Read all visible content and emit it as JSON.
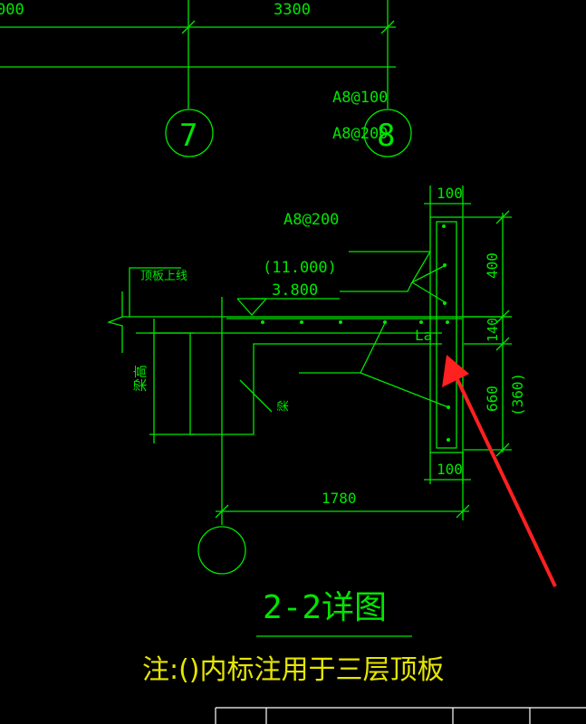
{
  "drawing": {
    "top_dimension": "3300",
    "top_left_partial": "000",
    "grid_labels": [
      "7",
      "8"
    ],
    "rebar_notes_top": [
      "A8@100",
      "A8@200"
    ],
    "rebar_note_mid": "A8@200",
    "elevation_label": "顶板上线",
    "elevation_values": [
      "(11.000)",
      "3.800"
    ],
    "beam_height_label": "梁高",
    "beam_label": "梁",
    "anchor_label": "La",
    "dims_vertical": [
      "400",
      "140",
      "660",
      "(360)"
    ],
    "dim_top_width": "100",
    "dim_bottom_width": "100",
    "dim_span": "1780",
    "section_title": "2-2详图",
    "note": "注:()内标注用于三层顶板",
    "colors": {
      "line": "#00e600",
      "text_yellow": "#e6e600",
      "arrow": "#ff2020",
      "background": "#000000"
    }
  }
}
